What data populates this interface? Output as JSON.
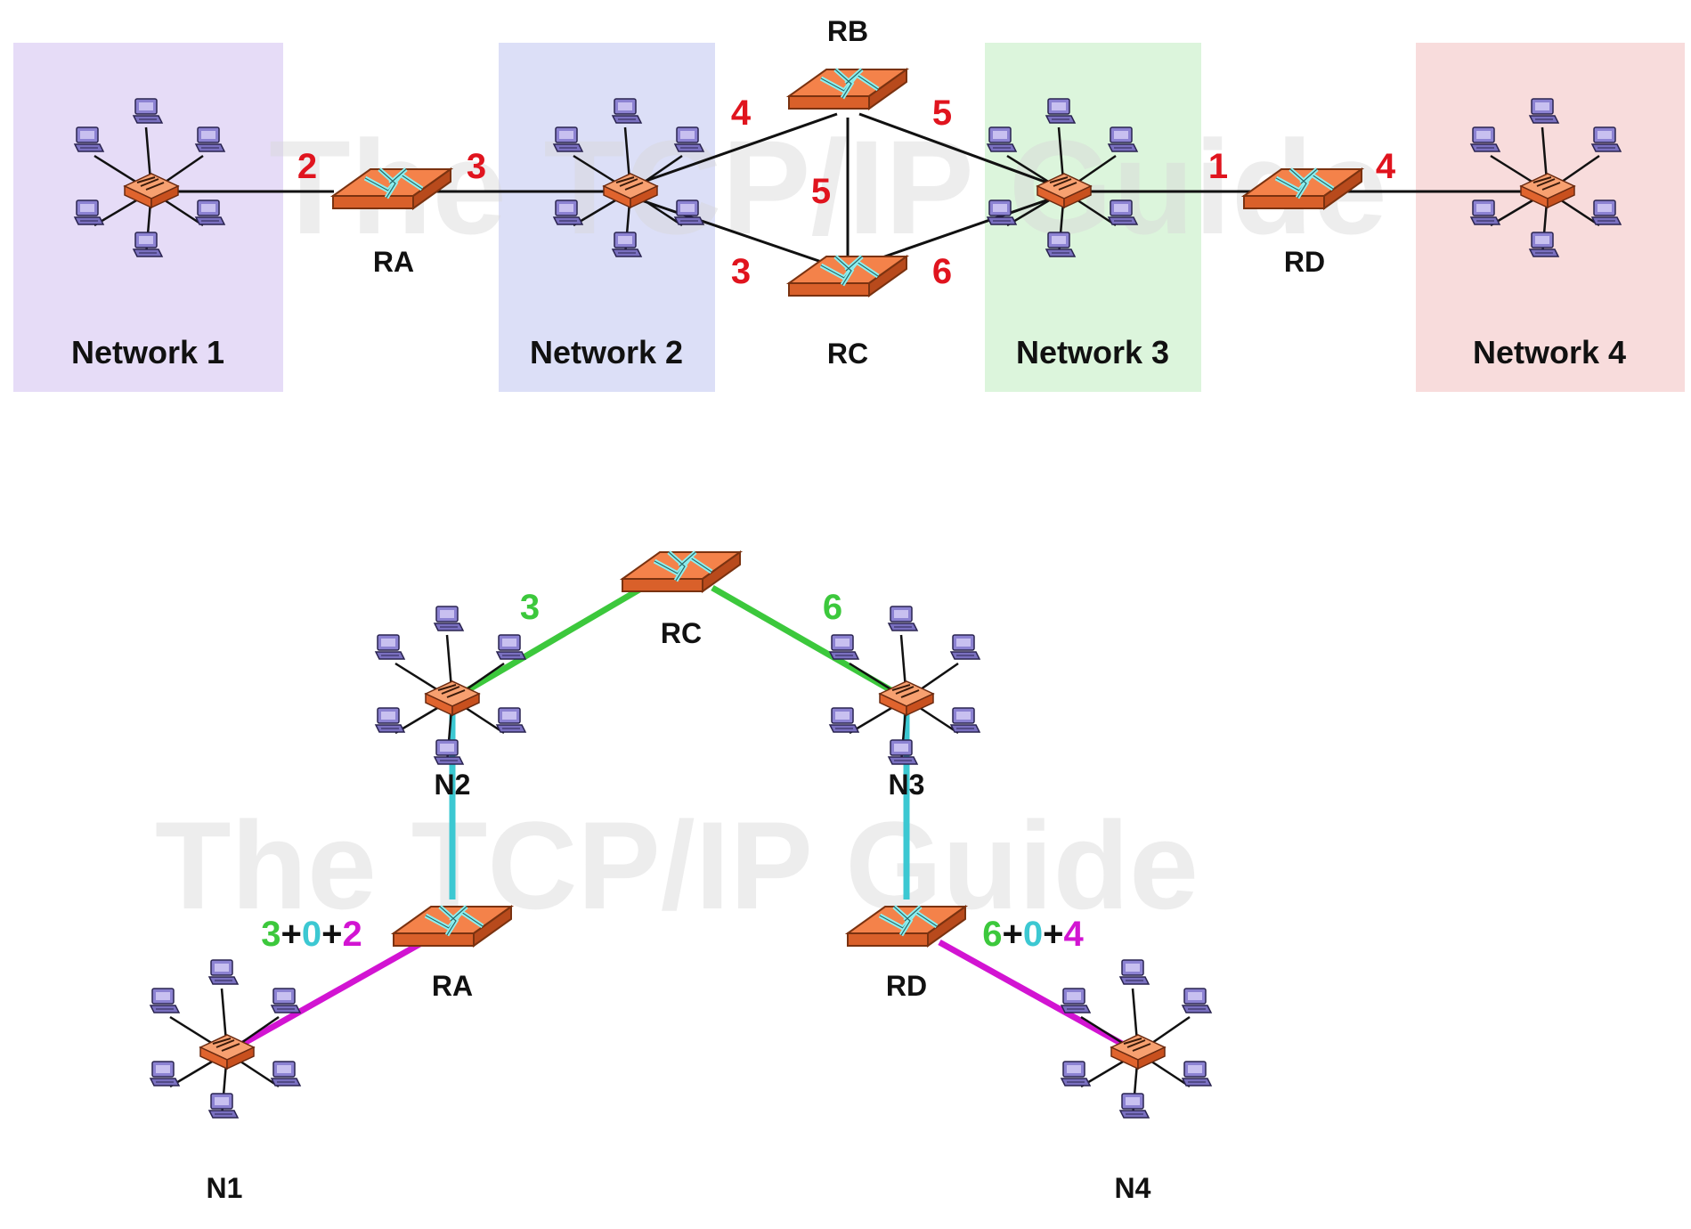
{
  "watermark": "The TCP/IP Guide",
  "colors": {
    "network1": "#e6dcf7",
    "network2": "#dcdff7",
    "network3": "#dcf5dc",
    "network4": "#f8dcdc",
    "cost": "#e0141e",
    "green": "#3cc83c",
    "cyan": "#3cc8d2",
    "magenta": "#d214d2",
    "router": "#f4824a",
    "pc": "#8c82d2"
  },
  "top": {
    "networks": [
      {
        "id": "n1",
        "label": "Network 1"
      },
      {
        "id": "n2",
        "label": "Network 2"
      },
      {
        "id": "n3",
        "label": "Network 3"
      },
      {
        "id": "n4",
        "label": "Network 4"
      }
    ],
    "routers": [
      {
        "id": "RA",
        "label": "RA"
      },
      {
        "id": "RB",
        "label": "RB"
      },
      {
        "id": "RC",
        "label": "RC"
      },
      {
        "id": "RD",
        "label": "RD"
      }
    ],
    "costs": [
      {
        "id": "ra-n1",
        "text": "2"
      },
      {
        "id": "ra-n2",
        "text": "3"
      },
      {
        "id": "rb-n2",
        "text": "4"
      },
      {
        "id": "rb-n3",
        "text": "5"
      },
      {
        "id": "rb-rc",
        "text": "5"
      },
      {
        "id": "rc-n2",
        "text": "3"
      },
      {
        "id": "rc-n3",
        "text": "6"
      },
      {
        "id": "rd-n3",
        "text": "1"
      },
      {
        "id": "rd-n4",
        "text": "4"
      }
    ]
  },
  "bottom": {
    "nodes": [
      {
        "id": "RC",
        "label": "RC"
      },
      {
        "id": "N2",
        "label": "N2"
      },
      {
        "id": "N3",
        "label": "N3"
      },
      {
        "id": "RA",
        "label": "RA"
      },
      {
        "id": "RD",
        "label": "RD"
      },
      {
        "id": "N1",
        "label": "N1"
      },
      {
        "id": "N4",
        "label": "N4"
      }
    ],
    "costs": [
      {
        "id": "rc-n2",
        "text": "3"
      },
      {
        "id": "rc-n3",
        "text": "6"
      }
    ],
    "sums": [
      {
        "id": "left",
        "parts": [
          "3",
          "+",
          "0",
          "+",
          "2"
        ]
      },
      {
        "id": "right",
        "parts": [
          "6",
          "+",
          "0",
          "+",
          "4"
        ]
      }
    ]
  }
}
